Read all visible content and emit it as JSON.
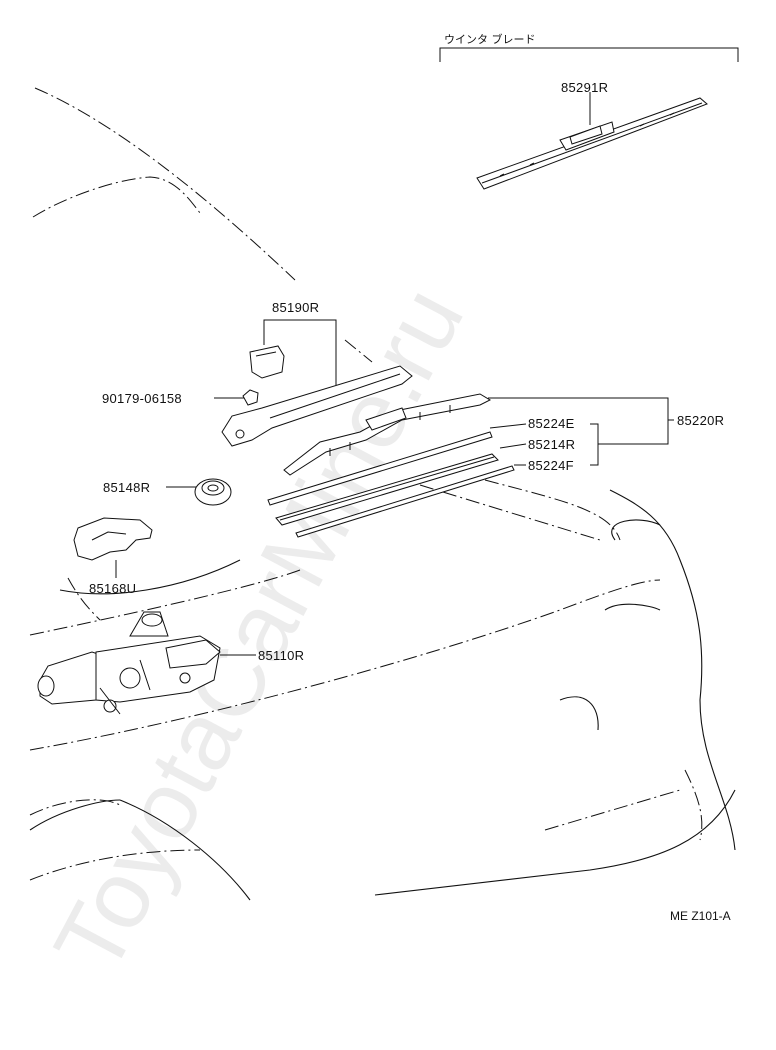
{
  "header": {
    "group_title": "ウインタ ブレード"
  },
  "parts": {
    "blade_assy": "85291R",
    "arm": "85190R",
    "nut": "90179-06158",
    "blade": "85220R",
    "rubber_e": "85224E",
    "backing": "85214R",
    "rubber_f": "85224F",
    "grommet": "85148R",
    "cover": "85168U",
    "motor": "85110R"
  },
  "footer": {
    "diagram_code": "ME Z101-A"
  },
  "watermark": "ToyotaCarMine.ru",
  "colors": {
    "ink": "#111111",
    "background": "#ffffff"
  }
}
